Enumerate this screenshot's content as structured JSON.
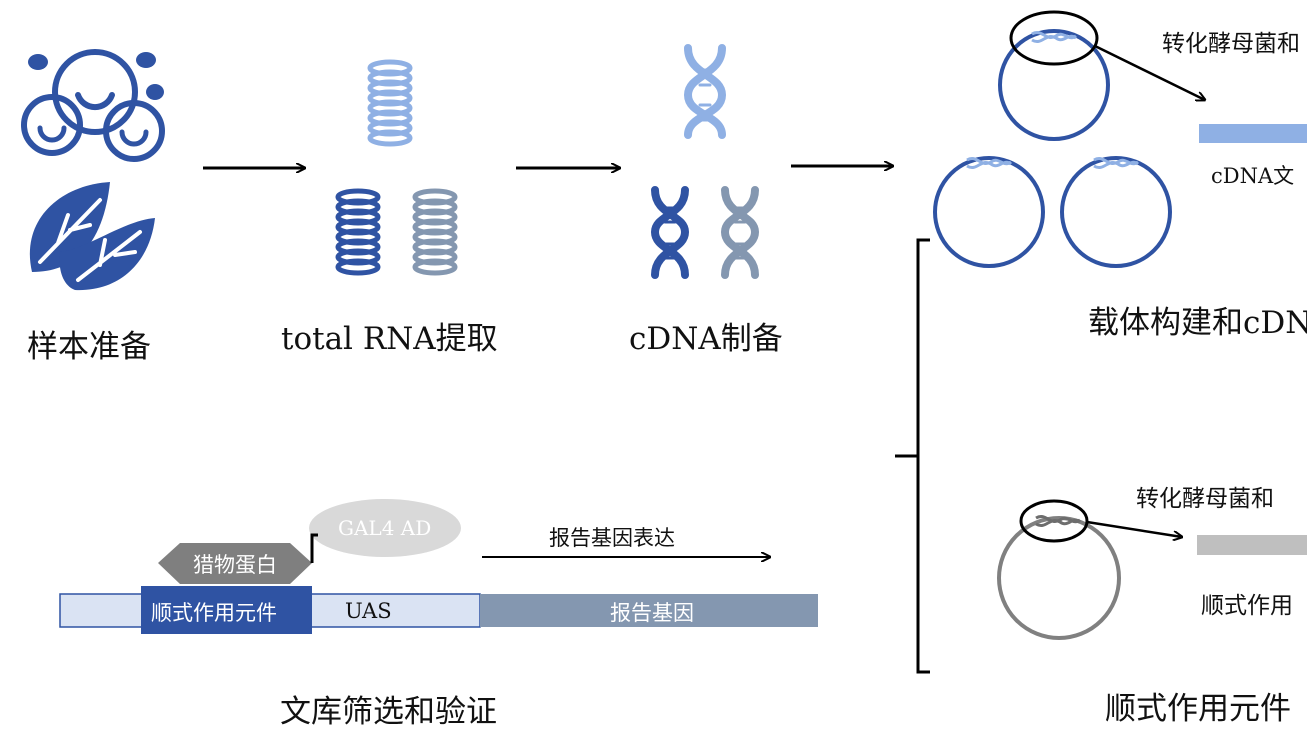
{
  "steps": {
    "sample_prep": "样本准备",
    "rna_extract": "total RNA提取",
    "cdna_prep": "cDNA制备",
    "vector_build": "载体构建和cDN",
    "library_screen": "文库筛选和验证",
    "cis_element_title": "顺式作用元件"
  },
  "top_right": {
    "transform_label": "转化酵母菌和",
    "cdna_bar_label": "cDNA文"
  },
  "bottom_right": {
    "transform_label": "转化酵母菌和",
    "bar_label": "顺式作用"
  },
  "construct": {
    "prey_protein": "猎物蛋白",
    "gal4_ad": "GAL4 AD",
    "reporter_expression": "报告基因表达",
    "cis_element": "顺式作用元件",
    "uas": "UAS",
    "reporter_gene": "报告基因"
  },
  "colors": {
    "dark_blue": "#2f53a3",
    "mid_blue": "#6f93d6",
    "light_blue": "#8fb0e4",
    "grey_blue": "#8497b0",
    "grey": "#a6a6a6",
    "pale_blue": "#dae3f3",
    "hexagon_grey": "#7f7f7f"
  }
}
